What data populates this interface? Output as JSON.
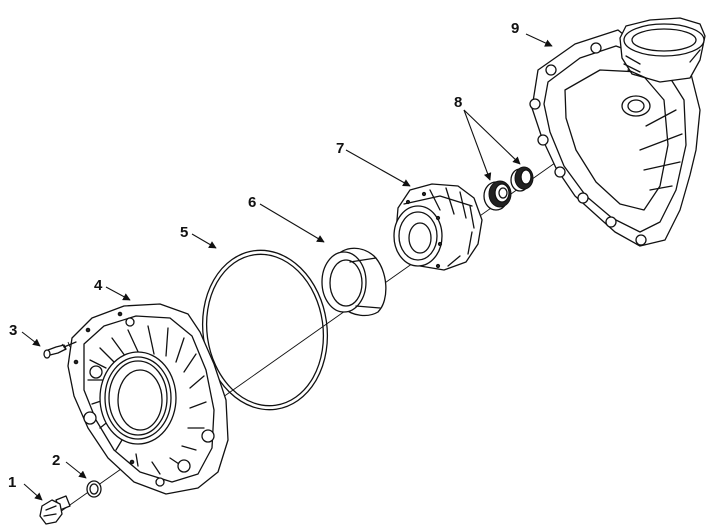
{
  "diagram": {
    "callouts": [
      {
        "id": "1",
        "label": "1"
      },
      {
        "id": "2",
        "label": "2"
      },
      {
        "id": "3",
        "label": "3"
      },
      {
        "id": "4",
        "label": "4"
      },
      {
        "id": "5",
        "label": "5"
      },
      {
        "id": "6",
        "label": "6"
      },
      {
        "id": "7",
        "label": "7"
      },
      {
        "id": "8",
        "label": "8"
      },
      {
        "id": "9",
        "label": "9"
      }
    ],
    "parts": [
      {
        "callout": "1",
        "icon": "drain-plug-icon"
      },
      {
        "callout": "2",
        "icon": "o-ring-small-icon"
      },
      {
        "callout": "3",
        "icon": "screw-icon"
      },
      {
        "callout": "4",
        "icon": "faceplate-icon"
      },
      {
        "callout": "5",
        "icon": "gasket-ring-icon"
      },
      {
        "callout": "6",
        "icon": "wear-ring-icon"
      },
      {
        "callout": "7",
        "icon": "impeller-icon"
      },
      {
        "callout": "8",
        "icon": "shaft-seal-icon"
      },
      {
        "callout": "9",
        "icon": "pump-housing-icon"
      }
    ]
  }
}
